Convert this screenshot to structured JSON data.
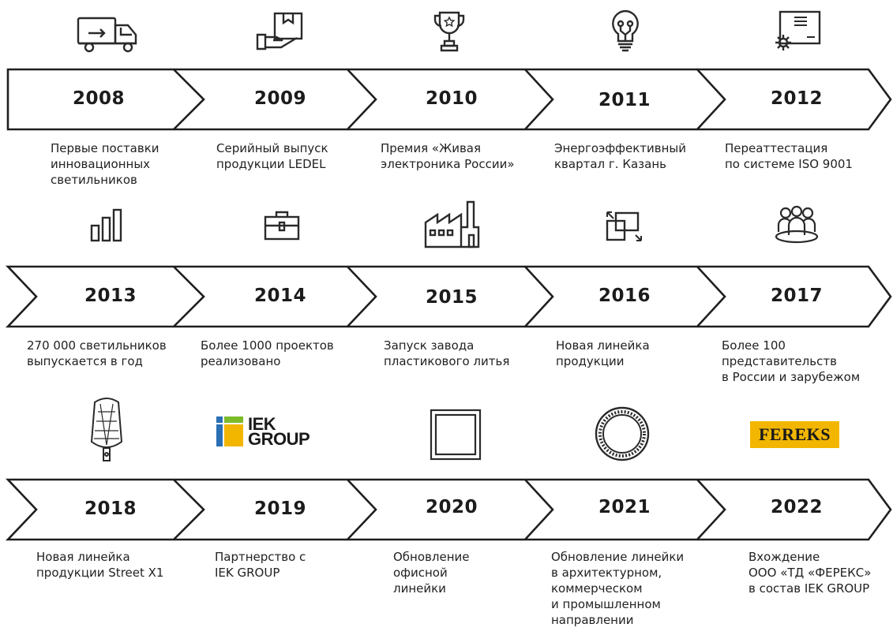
{
  "rows": [
    {
      "milestones": [
        {
          "year": "2008",
          "icon": "truck-icon",
          "text": "Первые поставки\nинновационных\nсветильников"
        },
        {
          "year": "2009",
          "icon": "product-box-icon",
          "text": "Серийный выпуск\nпродукции LEDEL"
        },
        {
          "year": "2010",
          "icon": "trophy-icon",
          "text": "Премия «Живая\nэлектроника России»"
        },
        {
          "year": "2011",
          "icon": "lightbulb-icon",
          "text": "Энергоэффективный\nквартал г. Казань"
        },
        {
          "year": "2012",
          "icon": "certificate-gear-icon",
          "text": "Переаттестация\nпо системе ISO 9001"
        }
      ]
    },
    {
      "milestones": [
        {
          "year": "2013",
          "icon": "bar-chart-icon",
          "text": "270 000 светильников\nвыпускается в год"
        },
        {
          "year": "2014",
          "icon": "briefcase-icon",
          "text": "Более 1000 проектов\nреализовано"
        },
        {
          "year": "2015",
          "icon": "factory-icon",
          "text": "Запуск завода\nпластикового литья"
        },
        {
          "year": "2016",
          "icon": "expand-square-icon",
          "text": "Новая линейка\nпродукции"
        },
        {
          "year": "2017",
          "icon": "people-group-icon",
          "text": "Более 100\nпредставительств\nв России и зарубежом"
        }
      ]
    },
    {
      "milestones": [
        {
          "year": "2018",
          "icon": "street-lamp-icon",
          "text": "Новая линейка\nпродукции Street X1"
        },
        {
          "year": "2019",
          "icon": "iek-group-logo",
          "text": "Партнерство с\nIEK GROUP"
        },
        {
          "year": "2020",
          "icon": "square-panel-icon",
          "text": "Обновление\nофисной\nлинейки"
        },
        {
          "year": "2021",
          "icon": "round-panel-icon",
          "text": "Обновление линейки\nв архитектурном,\nкоммерческом\nи промышленном\nнаправлении"
        },
        {
          "year": "2022",
          "icon": "fereks-logo",
          "text": "Вхождение\nООО «ТД «ФЕРЕКС»\nв состав IEK GROUP"
        }
      ]
    }
  ],
  "logos": {
    "iek_line1": "IEK",
    "iek_line2": "GROUP",
    "iek_colors": [
      "#2b6fb4",
      "#7cbb2a",
      "#f2b600"
    ],
    "fereks": "FEREKS",
    "fereks_color": "#f2b600"
  }
}
